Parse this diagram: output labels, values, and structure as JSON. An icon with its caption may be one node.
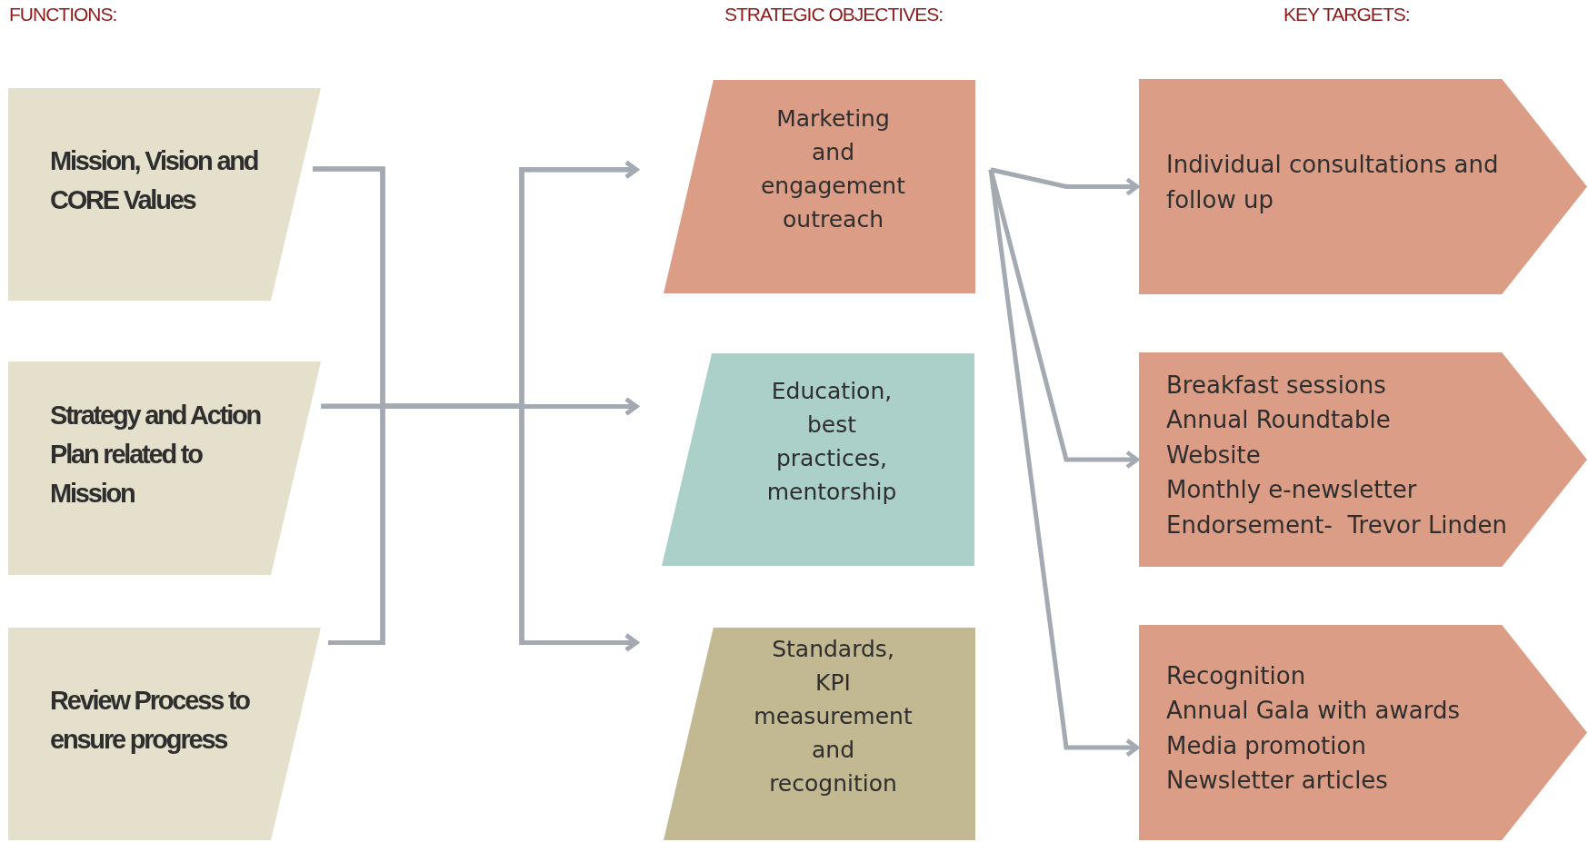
{
  "diagram": {
    "nodes": [
      {
        "text": [
          "Mission, Vision and CORE Values"
        ]
      },
      {
        "text": [
          "Strategy and Action Plan related to Mission"
        ]
      },
      {
        "text": [
          "Review Process to ensure progress"
        ]
      },
      {
        "text": [
          "Marketing and engagement outreach"
        ]
      },
      {
        "text": [
          "Education, best practices, mentorship"
        ]
      },
      {
        "text": [
          "Standards, KPI measurement and recognition"
        ]
      },
      {
        "text": [
          "Individual consultations and follow up"
        ]
      },
      {
        "text": [
          "Breakfast sessions",
          "Annual Roundtable",
          "Website",
          "Monthly e-newsletter",
          "Endorsement-  Trevor Linden"
        ]
      },
      {
        "text": [
          "Recognition",
          "Annual Gala with awards",
          "Media promotion",
          "Newsletter articles"
        ]
      }
    ],
    "edges": [
      {
        "from": 0,
        "to": 3,
        "arrow": "to"
      },
      {
        "from": 0,
        "to": 4,
        "arrow": "to"
      },
      {
        "from": 0,
        "to": 5,
        "arrow": "to"
      },
      {
        "from": 1,
        "to": 3,
        "arrow": "to"
      },
      {
        "from": 1,
        "to": 4,
        "arrow": "to"
      },
      {
        "from": 1,
        "to": 5,
        "arrow": "to"
      },
      {
        "from": 2,
        "to": 3,
        "arrow": "to"
      },
      {
        "from": 2,
        "to": 4,
        "arrow": "to"
      },
      {
        "from": 2,
        "to": 5,
        "arrow": "to"
      },
      {
        "from": 3,
        "to": 6,
        "arrow": "to"
      },
      {
        "from": 3,
        "to": 7,
        "arrow": "to"
      },
      {
        "from": 3,
        "to": 8,
        "arrow": "to"
      }
    ],
    "labels": [
      "FUNCTIONS:",
      "STRATEGIC OBJECTIVES:",
      "KEY TARGETS:"
    ]
  }
}
